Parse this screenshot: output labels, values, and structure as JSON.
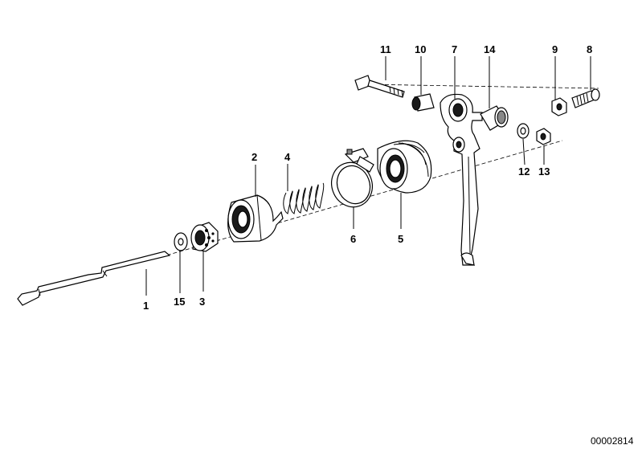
{
  "diagram": {
    "reference_number": "00002814",
    "callouts": [
      {
        "id": "c1",
        "label": "1"
      },
      {
        "id": "c2",
        "label": "2"
      },
      {
        "id": "c3",
        "label": "3"
      },
      {
        "id": "c4",
        "label": "4"
      },
      {
        "id": "c5",
        "label": "5"
      },
      {
        "id": "c6",
        "label": "6"
      },
      {
        "id": "c7",
        "label": "7"
      },
      {
        "id": "c8",
        "label": "8"
      },
      {
        "id": "c9",
        "label": "9"
      },
      {
        "id": "c10",
        "label": "10"
      },
      {
        "id": "c11",
        "label": "11"
      },
      {
        "id": "c12",
        "label": "12"
      },
      {
        "id": "c13",
        "label": "13"
      },
      {
        "id": "c14",
        "label": "14"
      },
      {
        "id": "c15",
        "label": "15"
      }
    ]
  }
}
